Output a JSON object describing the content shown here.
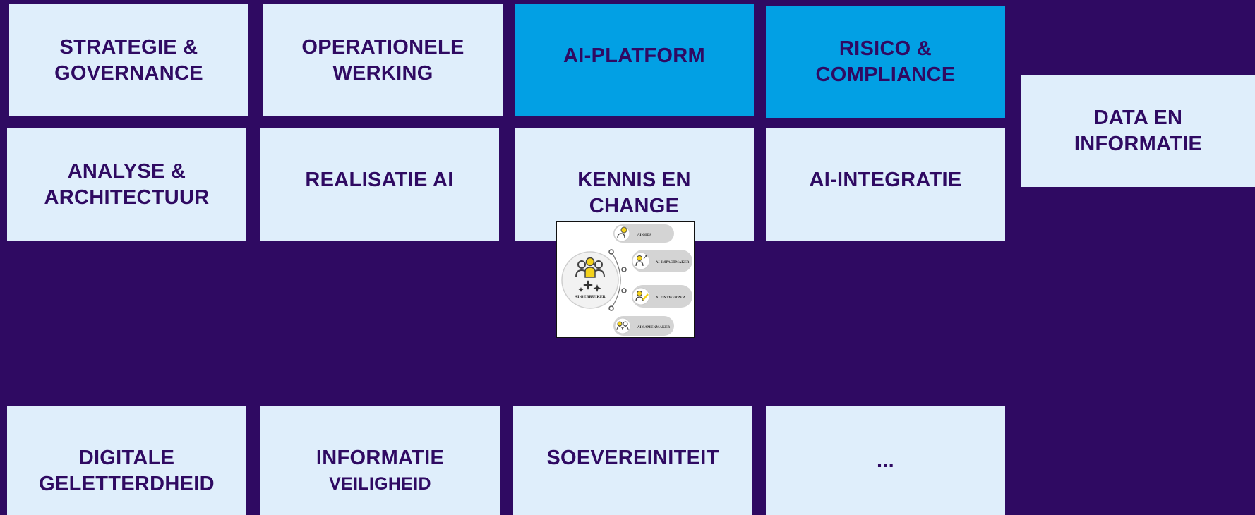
{
  "tiles": {
    "strategie": {
      "line1": "STRATEGIE &",
      "line2": "GOVERNANCE"
    },
    "operationele": {
      "line1": "OPERATIONELE",
      "line2": "WERKING"
    },
    "platform": {
      "line1": "AI-PLATFORM"
    },
    "risico": {
      "line1": "RISICO &",
      "line2": "COMPLIANCE"
    },
    "data": {
      "line1": "DATA EN",
      "line2": "INFORMATIE"
    },
    "analyse": {
      "line1": "ANALYSE &",
      "line2": "ARCHITECTUUR"
    },
    "realisatie": {
      "line1": "REALISATIE AI"
    },
    "kennis": {
      "line1": "KENNIS EN",
      "line2": "CHANGE"
    },
    "integratie": {
      "line1": "AI-INTEGRATIE"
    },
    "digitale": {
      "line1": "DIGITALE",
      "line2": "GELETTERDHEID"
    },
    "informatie": {
      "line1": "INFORMATIE",
      "line2": "VEILIGHEID"
    },
    "soevereiniteit": {
      "line1": "SOEVEREINITEIT"
    },
    "more": {
      "line1": "..."
    }
  },
  "colors": {
    "background": "#2f0a62",
    "tile_light": "#dfeefb",
    "tile_accent": "#02a0e4",
    "text": "#2f0a62",
    "inset_yellow": "#f4d21b"
  },
  "inset": {
    "center_label": "AI GEBRUIKER",
    "roles": [
      "AI GIDS",
      "AI IMPACTMAKER",
      "AI ONTWERPER",
      "AI SAMENMAKER"
    ]
  }
}
